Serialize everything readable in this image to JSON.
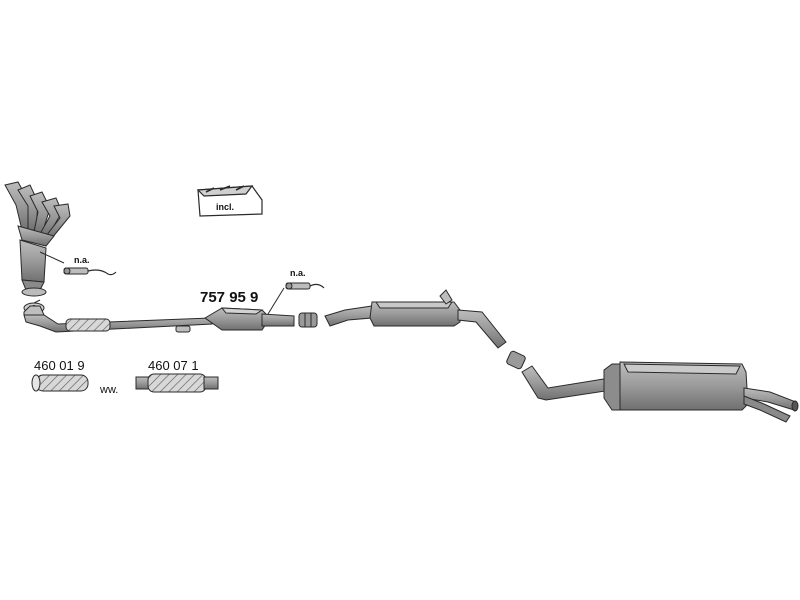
{
  "diagram": {
    "main_part_number": "757 95 9",
    "part_number_left": "460 01 9",
    "part_number_right": "460 07 1",
    "alternative_marker": "ww.",
    "note_sensor_1": "n.a.",
    "note_sensor_2": "n.a.",
    "kit_label": "incl."
  },
  "colors": {
    "metal_fill": "#9a9a9a",
    "metal_dark": "#6e6e6e",
    "metal_light": "#c8c8c8",
    "outline": "#2a2a2a"
  }
}
